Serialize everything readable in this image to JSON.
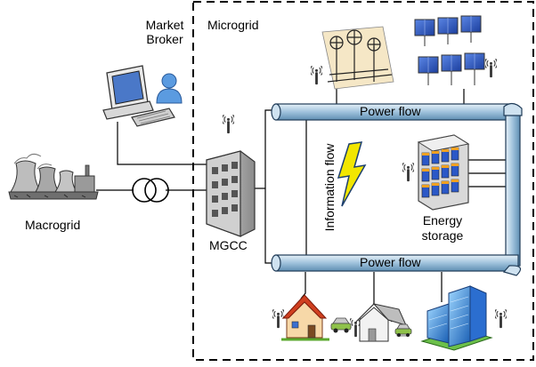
{
  "labels": {
    "market_broker_line1": "Market",
    "market_broker_line2": "Broker",
    "microgrid": "Microgrid",
    "macrogrid": "Macrogrid",
    "mgcc": "MGCC",
    "power_flow_top": "Power flow",
    "power_flow_bottom": "Power flow",
    "information_flow": "Information flow",
    "energy_storage_line1": "Energy",
    "energy_storage_line2": "storage"
  },
  "colors": {
    "pipe_fill": "#b8d3e6",
    "pipe_stroke": "#1f3b57",
    "bolt": "#f2e600",
    "boundary": "#000000"
  },
  "icons": [
    "computer-icon",
    "user-icon",
    "power-plant-icon",
    "transformer-icon",
    "mgcc-building-icon",
    "wind-turbine-icon",
    "solar-panel-icon",
    "battery-rack-icon",
    "house-icon",
    "car-icon",
    "office-building-icon",
    "antenna-icon",
    "lightning-bolt-icon"
  ]
}
